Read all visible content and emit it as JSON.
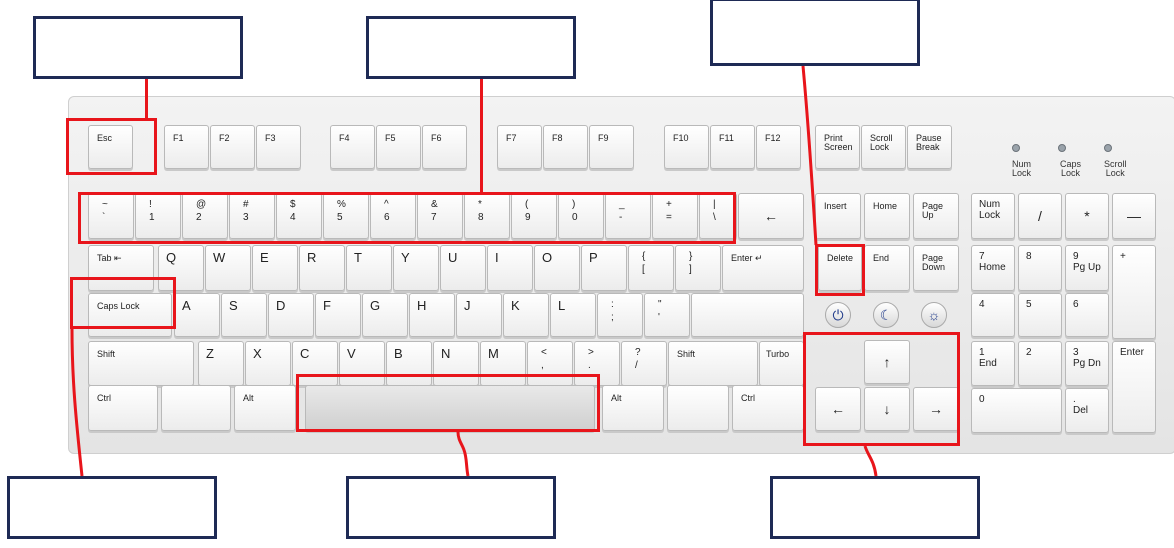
{
  "colors": {
    "highlight": "#e8151b",
    "label_box": "#1e2a55",
    "keycap": "#ffffff"
  },
  "label_boxes": [
    {
      "id": "label-esc",
      "text": ""
    },
    {
      "id": "label-number-row",
      "text": ""
    },
    {
      "id": "label-delete",
      "text": ""
    },
    {
      "id": "label-caps-lock",
      "text": ""
    },
    {
      "id": "label-space",
      "text": ""
    },
    {
      "id": "label-arrows",
      "text": ""
    }
  ],
  "fkeys": [
    "Esc",
    "F1",
    "F2",
    "F3",
    "F4",
    "F5",
    "F6",
    "F7",
    "F8",
    "F9",
    "F10",
    "F11",
    "F12"
  ],
  "sys_keys": [
    "Print\nScreen",
    "Scroll\nLock",
    "Pause\nBreak"
  ],
  "indicators": [
    "Num\nLock",
    "Caps\nLock",
    "Scroll\nLock"
  ],
  "number_row": [
    "~\n`",
    "!\n1",
    "@\n2",
    "#\n3",
    "$\n4",
    "%\n5",
    "^\n6",
    "&\n7",
    "*\n8",
    "(\n9",
    ")\n0",
    "_\n-",
    "+\n=",
    "|\n\\",
    "←"
  ],
  "qwerty_row": [
    "Tab ⇤",
    "Q",
    "W",
    "E",
    "R",
    "T",
    "Y",
    "U",
    "I",
    "O",
    "P",
    "{\n[",
    "}\n]",
    "Enter ↵"
  ],
  "home_row": [
    "Caps Lock",
    "A",
    "S",
    "D",
    "F",
    "G",
    "H",
    "J",
    "K",
    "L",
    ":\n;",
    "\"\n'"
  ],
  "shift_row": [
    "Shift",
    "Z",
    "X",
    "C",
    "V",
    "B",
    "N",
    "M",
    "<\n,",
    ">\n.",
    "?\n/",
    "Shift",
    "Turbo"
  ],
  "bottom_row": [
    "Ctrl",
    "",
    "Alt",
    "",
    "Alt",
    "",
    "Ctrl"
  ],
  "nav_keys": [
    "Insert",
    "Home",
    "Page\nUp",
    "Delete",
    "End",
    "Page\nDown"
  ],
  "media_keys": [
    "⏻",
    "☾",
    "☼"
  ],
  "arrows": [
    "↑",
    "←",
    "↓",
    "→"
  ],
  "numpad": [
    "Num\nLock",
    "/",
    "*",
    "—",
    "7\nHome",
    "8",
    "9\nPg Up",
    "+",
    "4",
    "5",
    "6",
    "1\nEnd",
    "2",
    "3\nPg Dn",
    "Enter",
    "0",
    ".\nDel"
  ]
}
